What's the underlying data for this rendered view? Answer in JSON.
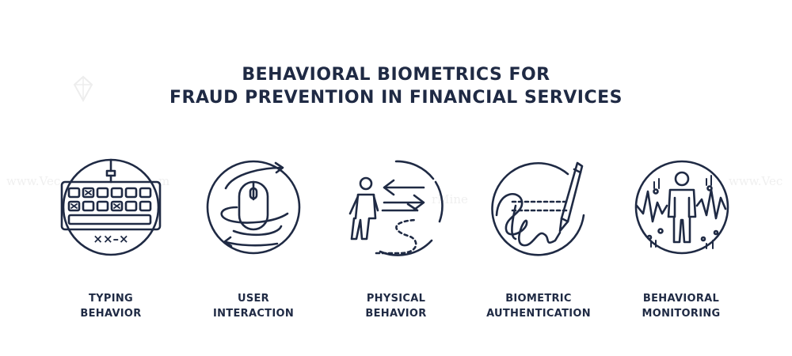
{
  "title": {
    "line1": "BEHAVIORAL BIOMETRICS FOR",
    "line2": "FRAUD PREVENTION IN FINANCIAL SERVICES"
  },
  "icons": [
    {
      "name": "keyboard-icon",
      "label_line1": "TYPING",
      "label_line2": "BEHAVIOR",
      "keyboard_text": "××–×"
    },
    {
      "name": "mouse-icon",
      "label_line1": "USER",
      "label_line2": "INTERACTION"
    },
    {
      "name": "walking-person-icon",
      "label_line1": "PHYSICAL",
      "label_line2": "BEHAVIOR"
    },
    {
      "name": "signature-pen-icon",
      "label_line1": "BIOMETRIC",
      "label_line2": "AUTHENTICATION"
    },
    {
      "name": "person-waveform-icon",
      "label_line1": "BEHAVIORAL",
      "label_line2": "MONITORING"
    }
  ],
  "watermark": {
    "left": "www.Vec",
    "left_tail": "m",
    "center": "rMine",
    "right": "www.Vec"
  },
  "colors": {
    "ink": "#1f2a44",
    "watermark": "#8a8a8a"
  }
}
